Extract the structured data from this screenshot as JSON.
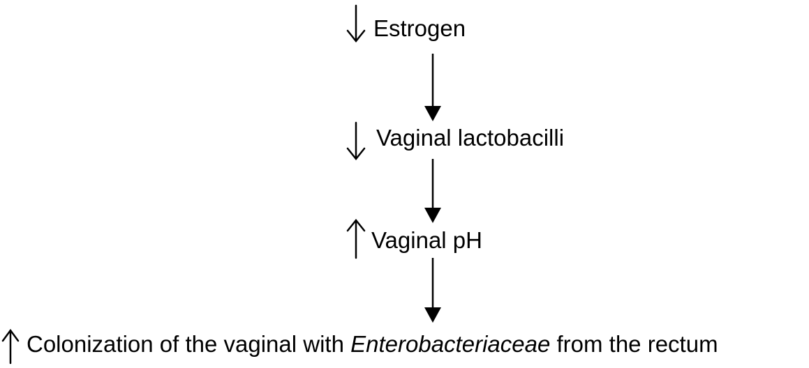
{
  "steps": [
    {
      "direction": "down",
      "text": "Estrogen"
    },
    {
      "direction": "down",
      "text": "Vaginal lactobacilli"
    },
    {
      "direction": "up",
      "text": "Vaginal pH"
    },
    {
      "direction": "up",
      "text_before": "Colonization of the vaginal with ",
      "text_italic": "Enterobacteriaceae",
      "text_after": " from the rectum"
    }
  ],
  "colors": {
    "ink": "#000000",
    "background": "#ffffff"
  }
}
